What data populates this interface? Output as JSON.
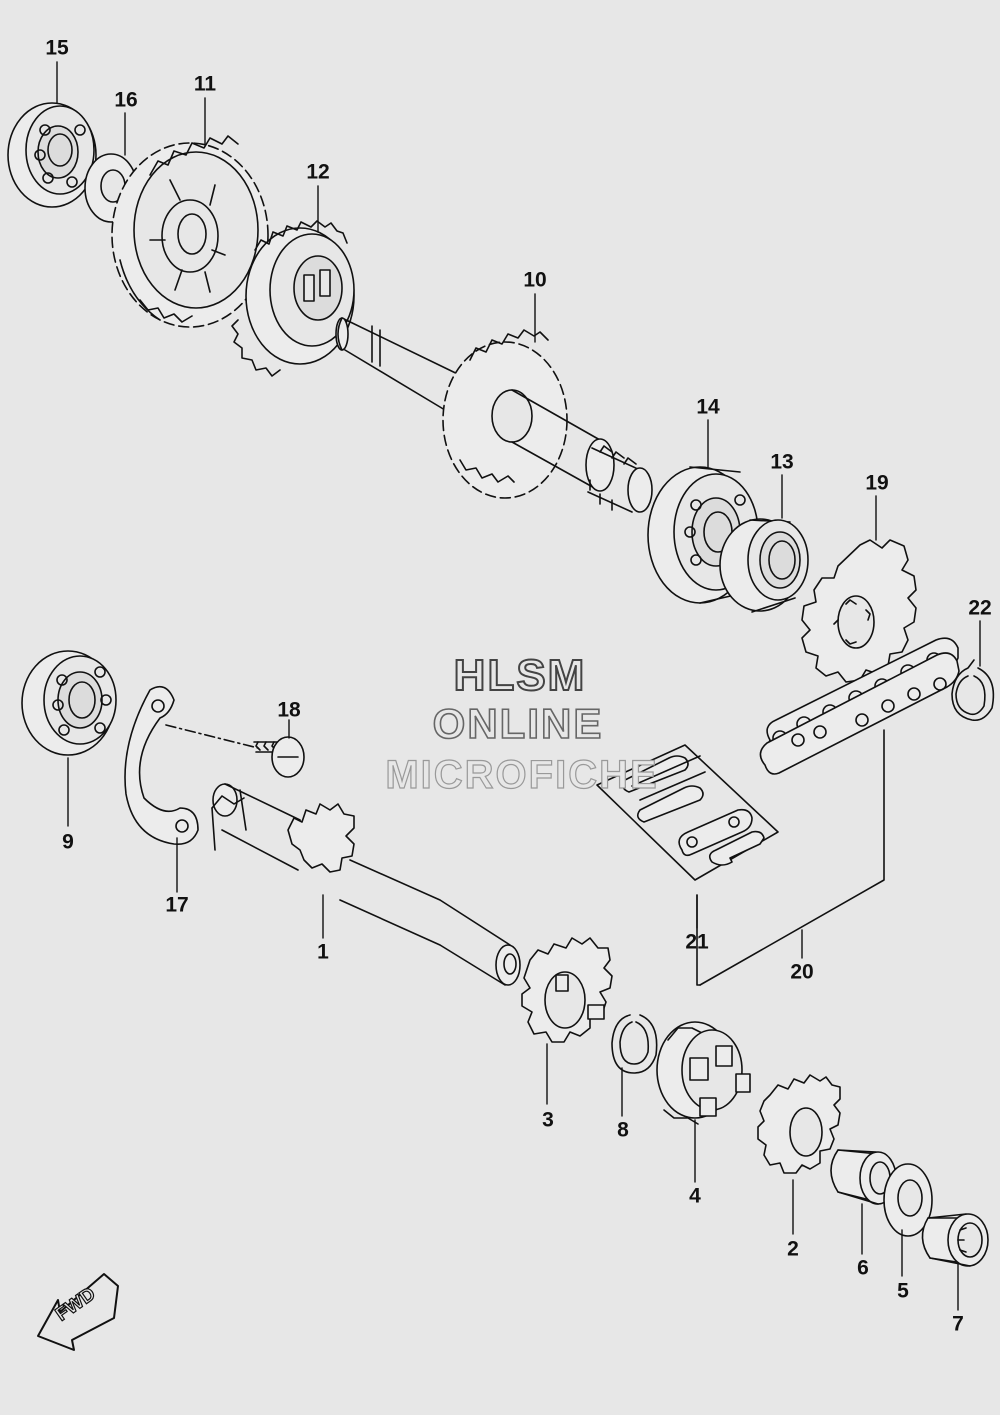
{
  "watermark": {
    "line1": "HLSM",
    "line2": "ONLINE",
    "line3": "MICROFICHE"
  },
  "direction_badge": {
    "text": "FWD"
  },
  "callouts": [
    {
      "id": "c1",
      "text": "1"
    },
    {
      "id": "c2",
      "text": "2"
    },
    {
      "id": "c3",
      "text": "3"
    },
    {
      "id": "c4",
      "text": "4"
    },
    {
      "id": "c5",
      "text": "5"
    },
    {
      "id": "c6",
      "text": "6"
    },
    {
      "id": "c7",
      "text": "7"
    },
    {
      "id": "c8",
      "text": "8"
    },
    {
      "id": "c9",
      "text": "9"
    },
    {
      "id": "c10",
      "text": "10"
    },
    {
      "id": "c11",
      "text": "11"
    },
    {
      "id": "c12",
      "text": "12"
    },
    {
      "id": "c13",
      "text": "13"
    },
    {
      "id": "c14",
      "text": "14"
    },
    {
      "id": "c15",
      "text": "15"
    },
    {
      "id": "c16",
      "text": "16"
    },
    {
      "id": "c17",
      "text": "17"
    },
    {
      "id": "c18",
      "text": "18"
    },
    {
      "id": "c19",
      "text": "19"
    },
    {
      "id": "c20",
      "text": "20"
    },
    {
      "id": "c21",
      "text": "21"
    },
    {
      "id": "c22",
      "text": "22"
    }
  ],
  "colors": {
    "background": "#e7e7e7",
    "line": "#111111"
  }
}
